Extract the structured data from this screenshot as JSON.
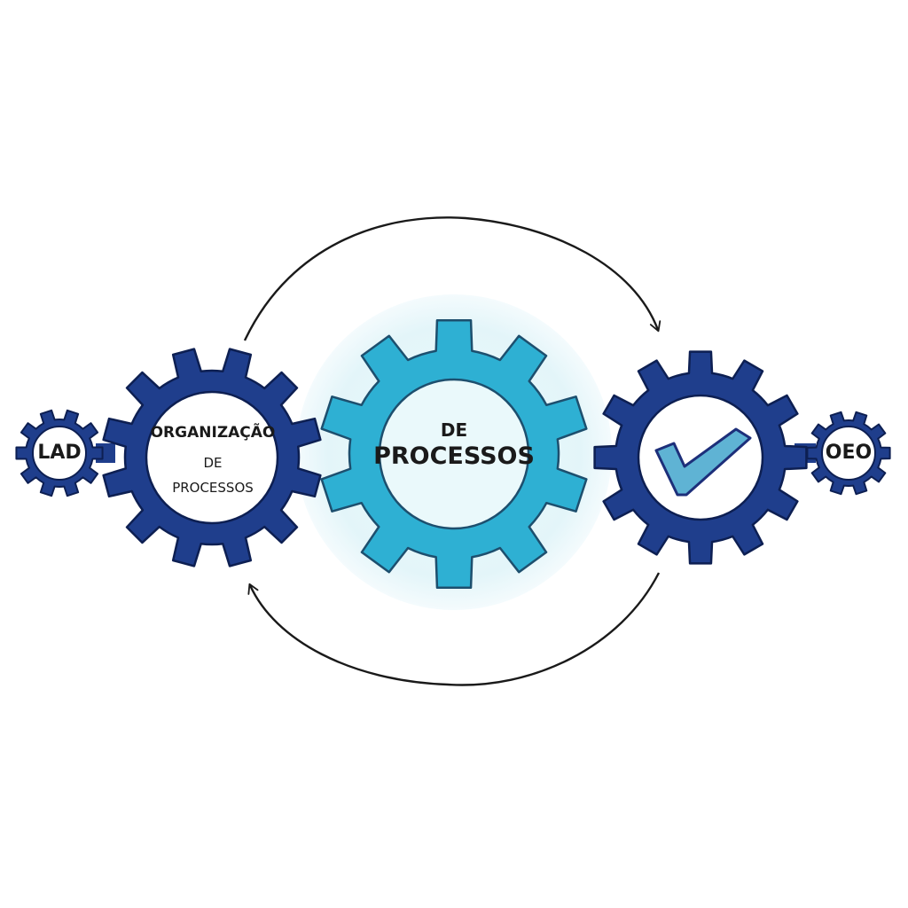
{
  "diagram": {
    "nodes": [
      {
        "id": "small-left",
        "kind": "small-gear",
        "label": "LAD"
      },
      {
        "id": "left",
        "kind": "gear",
        "label_lines": [
          "ORGANIZAÇÃO",
          "DE",
          "PROCESSOS"
        ]
      },
      {
        "id": "center",
        "kind": "main-gear",
        "label_lines": [
          "DE",
          "PROCESSOS"
        ]
      },
      {
        "id": "right",
        "kind": "gear",
        "icon": "checkmark-icon"
      },
      {
        "id": "small-right",
        "kind": "small-gear",
        "label": "OEO"
      }
    ],
    "cycle_arrows": [
      {
        "from": "left",
        "to": "right",
        "direction": "clockwise-top"
      },
      {
        "from": "right",
        "to": "left",
        "direction": "clockwise-bottom"
      }
    ]
  },
  "colors": {
    "dark_gear": "#1f3e8c",
    "dark_gear_outline": "#0d1f52",
    "center_gear": "#2eb0d3",
    "center_gear_outline": "#1d4f6e",
    "center_halo": "#e6f7fa",
    "arrow": "#1a1a1a",
    "check_fill": "#5fb3d4",
    "check_outline": "#1d2f7a"
  }
}
